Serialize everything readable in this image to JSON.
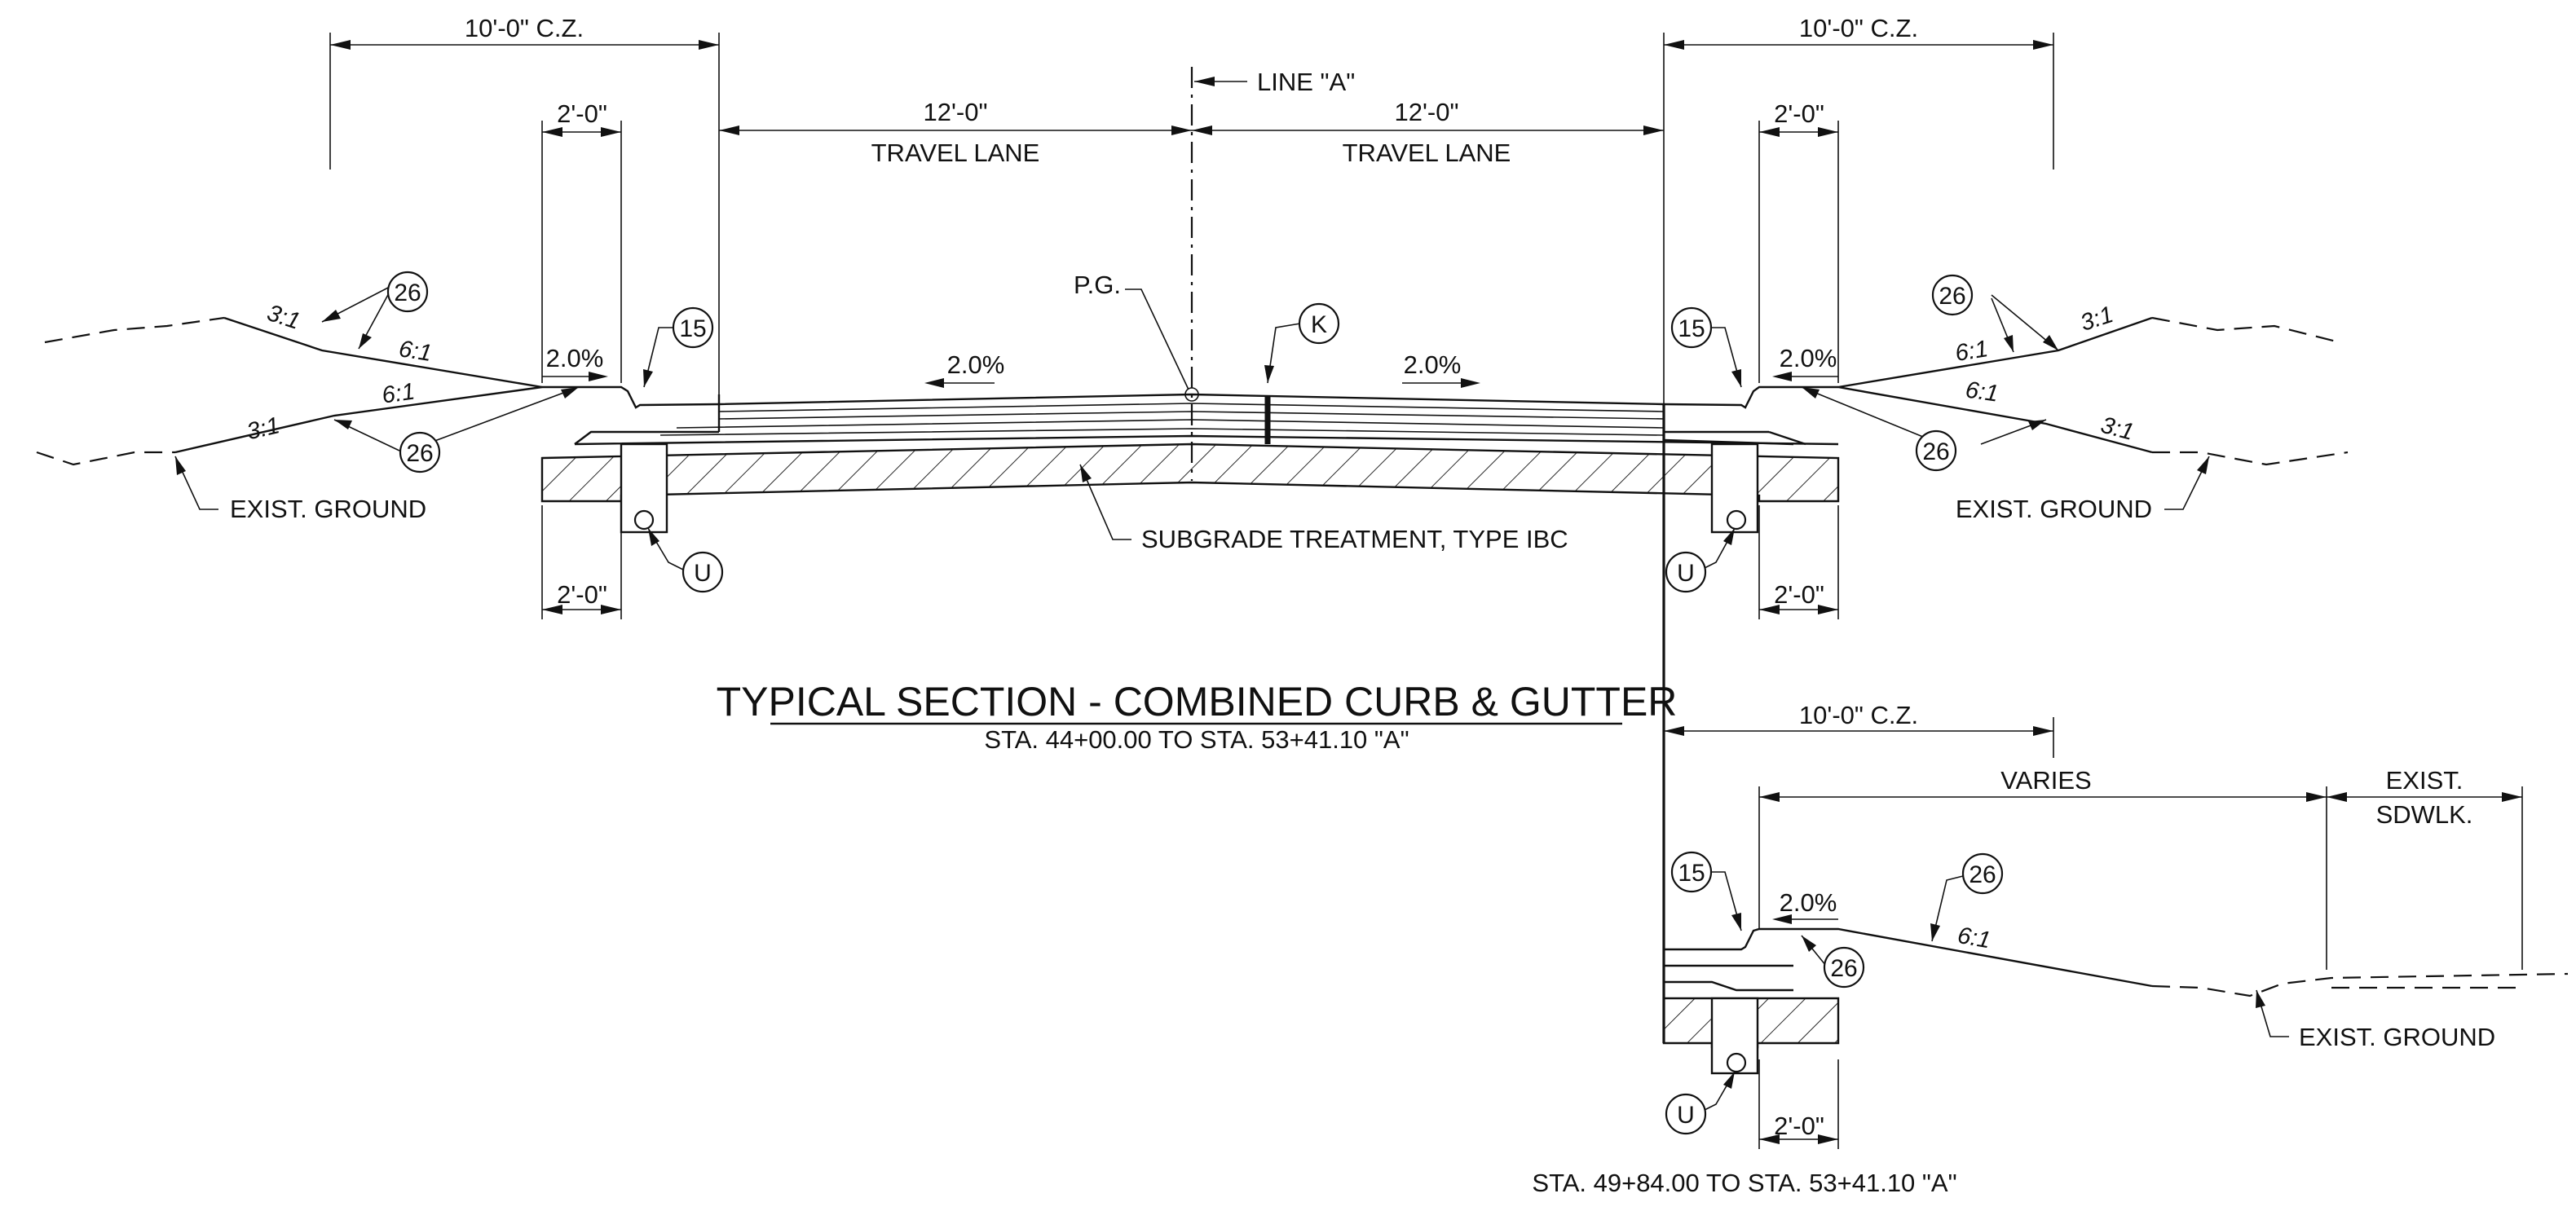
{
  "dimensions": {
    "cz": "10'-0\" C.Z.",
    "curb_width": "2'-0\"",
    "lane_width": "12'-0\"",
    "travel_lane": "TRAVEL LANE",
    "line_a": "LINE \"A\"",
    "varies": "VARIES",
    "exist_sdwlk_1": "EXIST.",
    "exist_sdwlk_2": "SDWLK."
  },
  "slopes": {
    "pct": "2.0%",
    "s31": "3:1",
    "s61": "6:1"
  },
  "labels": {
    "pg": "P.G.",
    "exist_ground": "EXIST. GROUND",
    "subgrade": "SUBGRADE TREATMENT, TYPE IBC"
  },
  "callouts": {
    "c26": "26",
    "c15": "15",
    "cK": "K",
    "cU": "U"
  },
  "section": {
    "title": "TYPICAL SECTION - COMBINED CURB & GUTTER",
    "station_main": "STA. 44+00.00 TO STA. 53+41.10 \"A\"",
    "station_alt": "STA. 49+84.00 TO STA. 53+41.10 \"A\""
  }
}
